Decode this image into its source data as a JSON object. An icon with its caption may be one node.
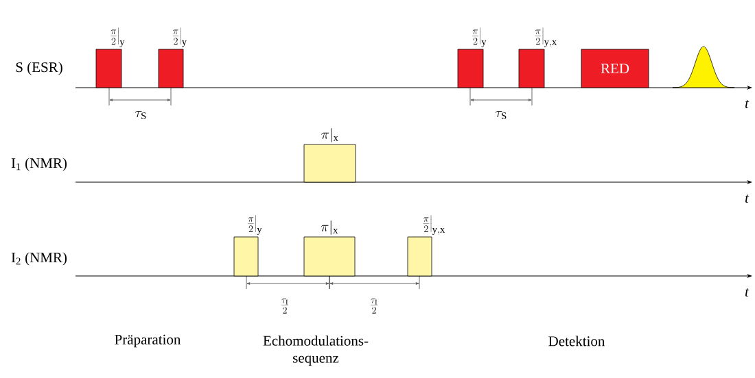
{
  "diagram": {
    "nodes": [
      {
        "text": [],
        "shape": "box",
        "beside": [
          "\\left.\\frac{\\pi}{2}\\right|_{\\mathrm{y}}"
        ]
      },
      {
        "text": [],
        "shape": "box",
        "beside": [
          "\\left.\\frac{\\pi}{2}\\right|_{\\mathrm{y}}"
        ]
      },
      {
        "text": [],
        "shape": "box",
        "beside": [
          "\\left.\\frac{\\pi}{2}\\right|_{\\mathrm{y}}"
        ]
      },
      {
        "text": [],
        "shape": "box",
        "beside": [
          "\\left.\\frac{\\pi}{2}\\right|_{\\mathrm{y,x}}"
        ]
      },
      {
        "text": [
          "RED"
        ]
      },
      {
        "text": [],
        "shape": "bell"
      },
      {
        "text": [],
        "shape": "box",
        "beside": [
          "\\pi|_{\\mathrm{x}}"
        ]
      },
      {
        "text": [],
        "shape": "box",
        "beside": [
          "\\left.\\frac{\\pi}{2}\\right|_{\\mathrm{y}}"
        ]
      },
      {
        "text": [],
        "shape": "box",
        "beside": [
          "\\pi|_{\\mathrm{x}}"
        ]
      },
      {
        "text": [],
        "shape": "box",
        "beside": [
          "\\left.\\frac{\\pi}{2}\\right|_{\\mathrm{y,x}}"
        ]
      }
    ],
    "labels": [
      "S (ESR)",
      "I$_{1}$ (NMR)",
      "I$_{2}$ (NMR)",
      "t",
      "t",
      "t",
      "\\tau_{\\mathrm{S}}",
      "\\tau_{\\mathrm{S}}",
      "\\frac{\\tau_{\\mathrm{I}}}{2}",
      "\\frac{\\tau_{\\mathrm{I}}}{2}",
      "Präparation",
      "Echomodulations- sequenz",
      "Detektion"
    ]
  }
}
